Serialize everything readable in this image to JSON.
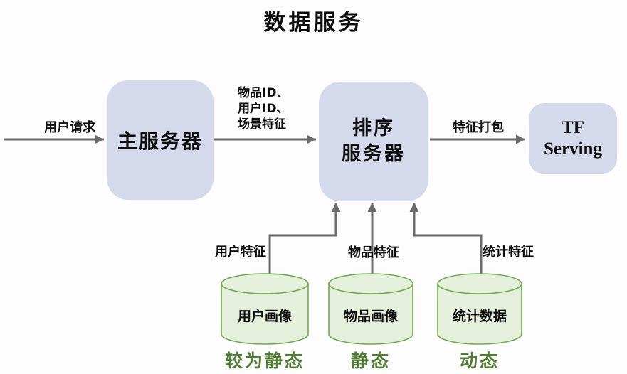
{
  "title": "数据服务",
  "colors": {
    "node_fill": "#d4daec",
    "database_fill": "#e4efdc",
    "database_stroke": "#6faa4e",
    "edge_gray": "#6b6b6b",
    "caption_green": "#4e7d33",
    "text_black": "#0d0d0d"
  },
  "nodes": {
    "main_server": {
      "label": "主服务器"
    },
    "ranking_server": {
      "line1": "排序",
      "line2": "服务器"
    },
    "tf_serving": {
      "line1": "TF",
      "line2": "Serving"
    }
  },
  "edges": {
    "user_request": {
      "label": "用户请求"
    },
    "request_payload": {
      "line1": "物品ID、",
      "line2": "用户ID、",
      "line3": "场景特征"
    },
    "feature_packing": {
      "label": "特征打包"
    },
    "user_features": {
      "label": "用户特征"
    },
    "item_features": {
      "label": "物品特征"
    },
    "stat_features": {
      "label": "统计特征"
    }
  },
  "databases": [
    {
      "label": "用户画像",
      "caption": "较为静态"
    },
    {
      "label": "物品画像",
      "caption": "静态"
    },
    {
      "label": "统计数据",
      "caption": "动态"
    }
  ]
}
